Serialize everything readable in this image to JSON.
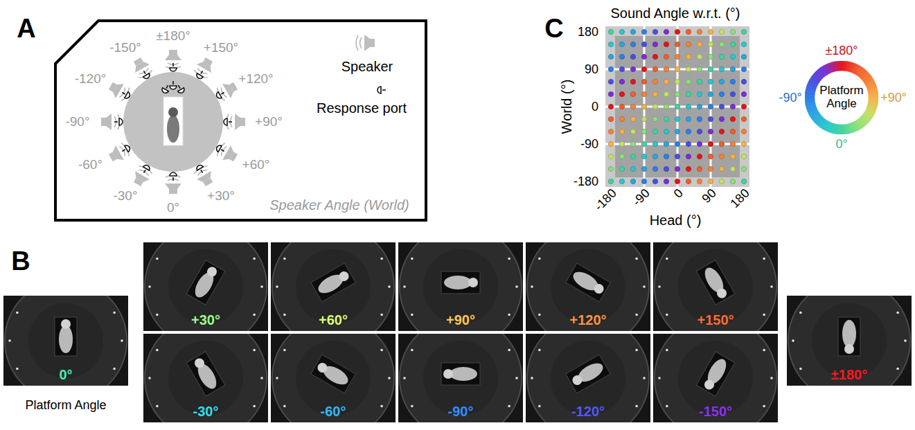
{
  "diagram": {
    "nodes": [
      {
        "text": [
          "Platform Angle"
        ]
      },
      {
        "text": [
          "0°"
        ]
      },
      {
        "text": [
          "+30°"
        ]
      },
      {
        "text": [
          "+60°"
        ]
      },
      {
        "text": [
          "+90°"
        ]
      },
      {
        "text": [
          "+120°"
        ]
      },
      {
        "text": [
          "+150°"
        ]
      },
      {
        "text": [
          "-30°"
        ]
      },
      {
        "text": [
          "-60°"
        ]
      },
      {
        "text": [
          "-90°"
        ]
      },
      {
        "text": [
          "-120°"
        ]
      },
      {
        "text": [
          "-150°"
        ]
      },
      {
        "text": [
          "±180°"
        ]
      }
    ],
    "labels": [
      "A",
      "±180°",
      "+150°",
      "+120°",
      "+90°",
      "+60°",
      "+30°",
      "0°",
      "-30°",
      "-60°",
      "-90°",
      "-120°",
      "-150°",
      "Speaker Angle (World)",
      "C",
      "Sound Angle w.r.t. (°)",
      "World (°)",
      "180",
      "90",
      "0",
      "-90",
      "-180",
      "-180",
      "-90",
      "0",
      "90",
      "180",
      "Head (°)",
      "±180°",
      "+90°",
      "0°",
      "-90°",
      "B",
      "Platform Angle"
    ],
    "legend": [
      {
        "text": "Speaker"
      },
      {
        "text": "Response port"
      }
    ]
  }
}
